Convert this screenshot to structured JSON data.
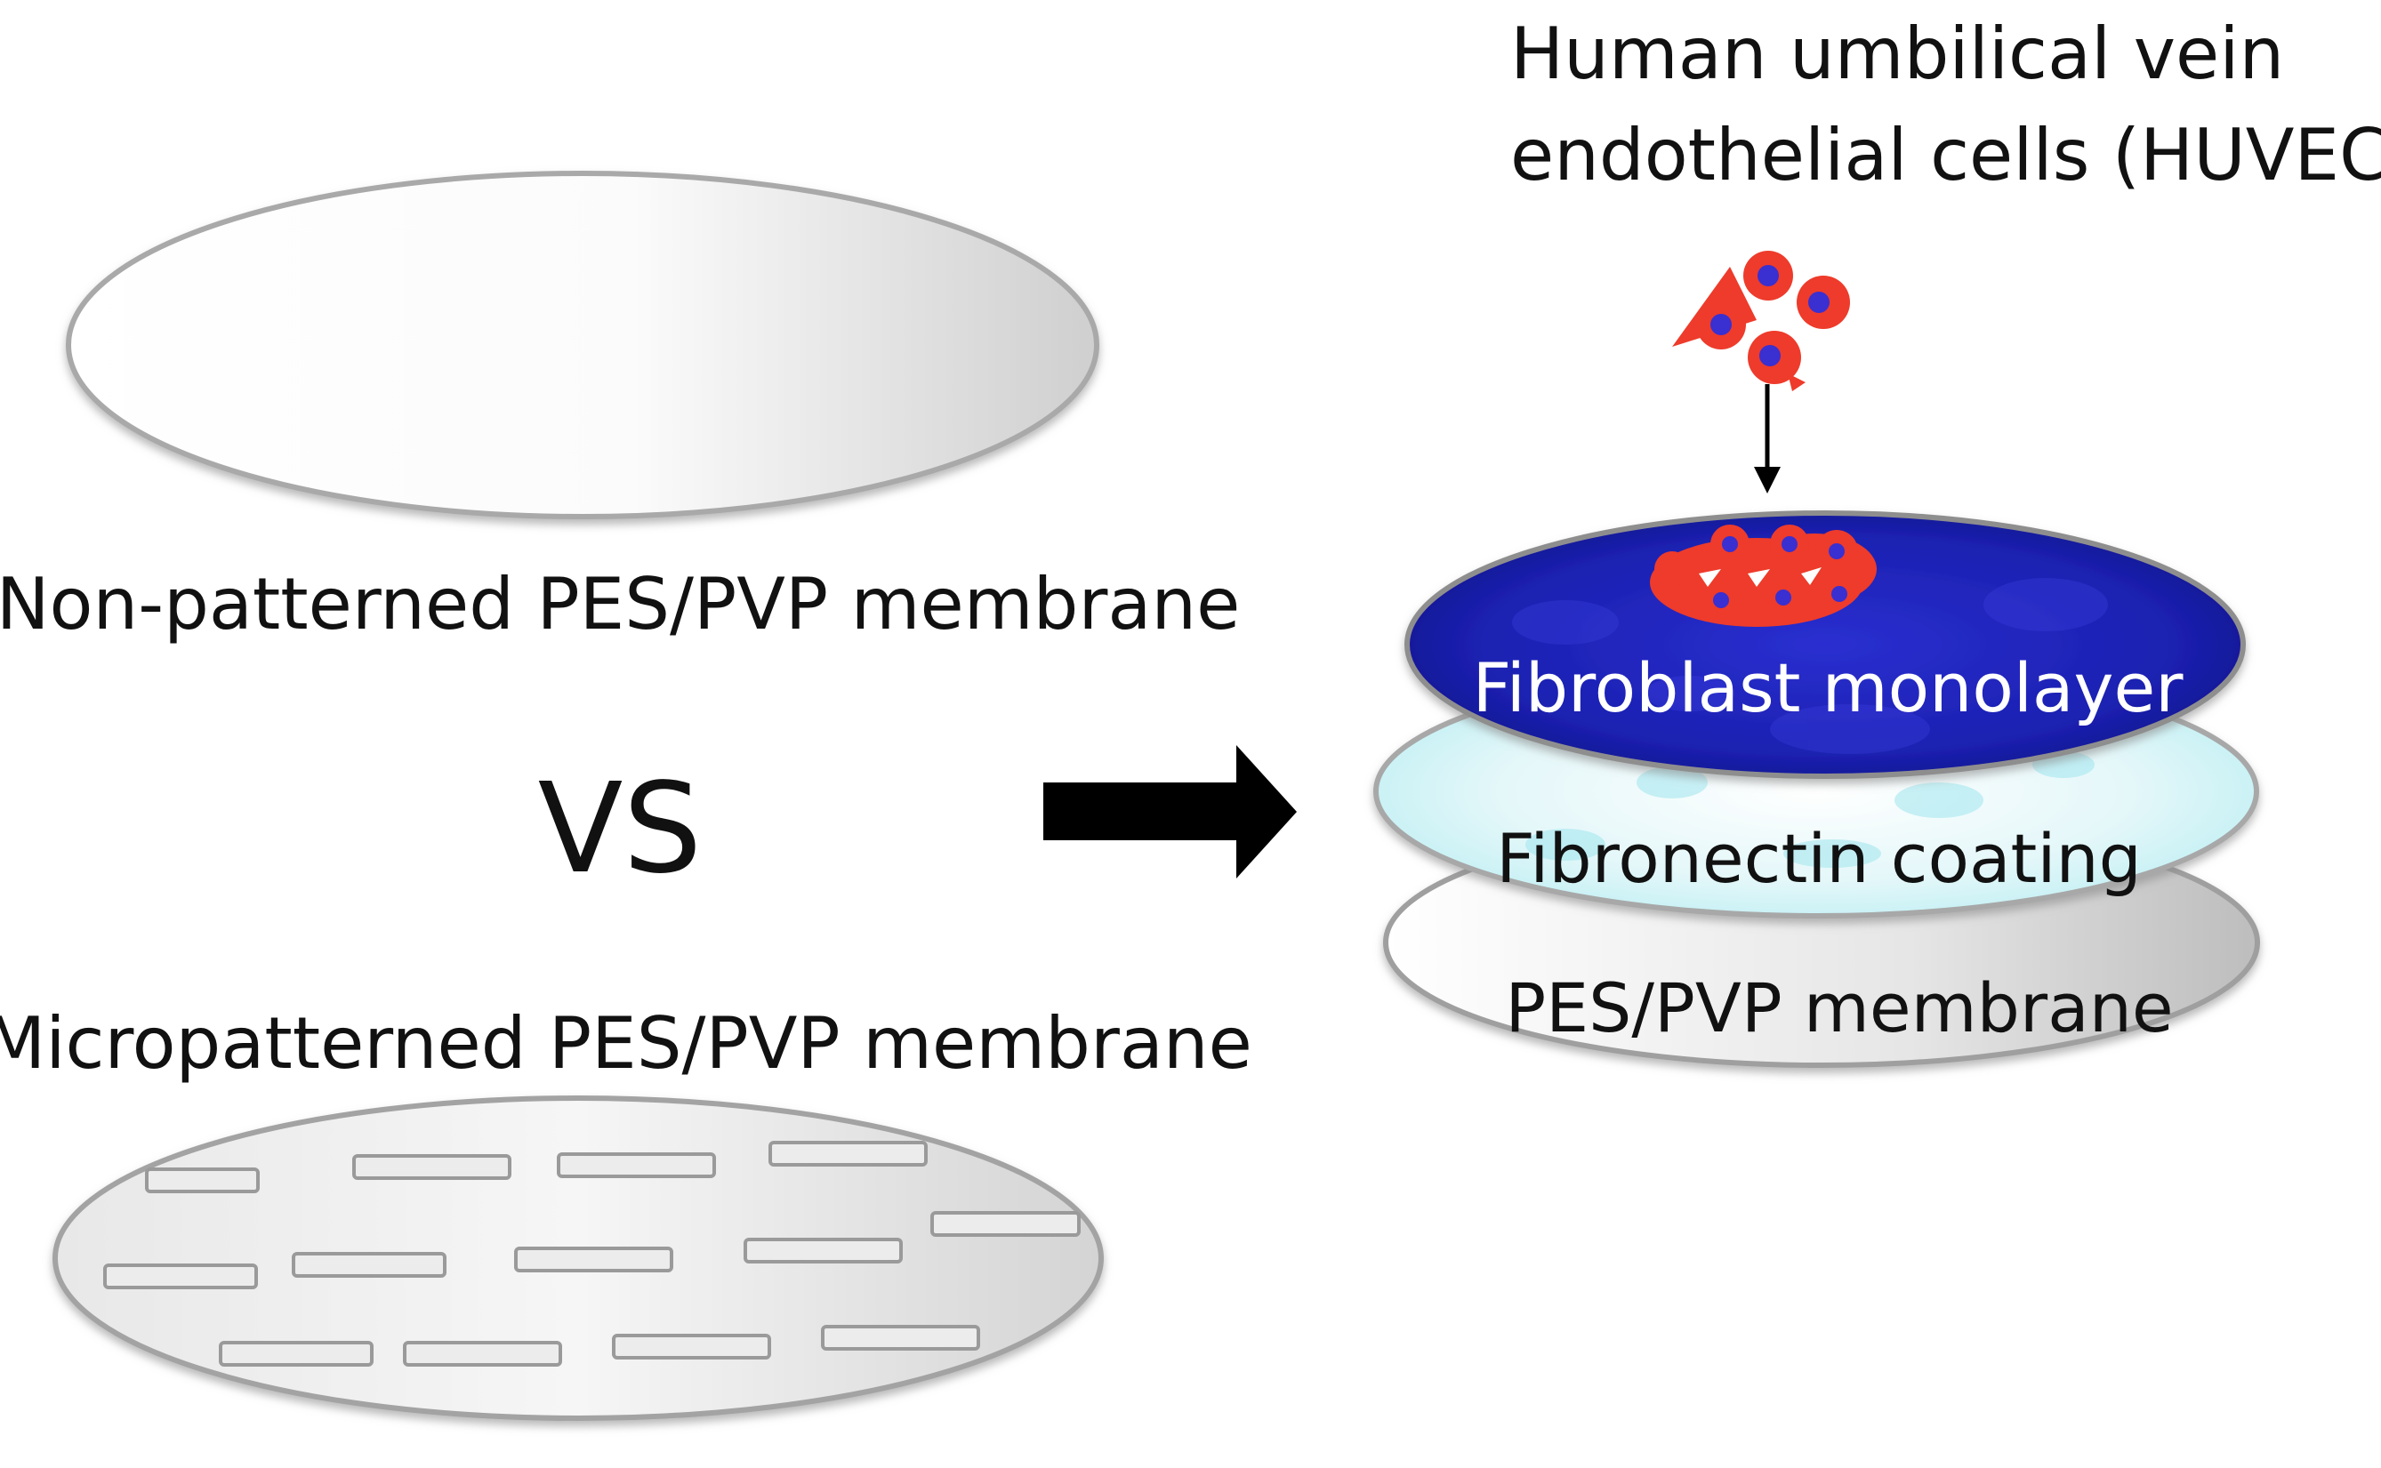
{
  "labels": {
    "huvec_line1": "Human umbilical vein",
    "huvec_line2": "endothelial cells (HUVECs)",
    "non_patterned": "Non-patterned PES/PVP membrane",
    "vs": "VS",
    "micropatterned": "Micropatterned PES/PVP membrane",
    "fibroblast": "Fibroblast monolayer",
    "fibronectin": "Fibronectin coating",
    "pes_pvp": "PES/PVP membrane"
  },
  "colors": {
    "fibroblast_layer": "#1a1fb0",
    "fibronectin_layer": "#dff6f8",
    "membrane_grey": "#d9d9d9",
    "cell_red": "#ee3b2b",
    "cell_nucleus": "#3a2fd0",
    "arrow": "#000000"
  },
  "icons": {
    "cells": "huvec-cluster-icon",
    "arrow": "right-arrow-icon",
    "down_arrow": "down-arrow-icon"
  }
}
